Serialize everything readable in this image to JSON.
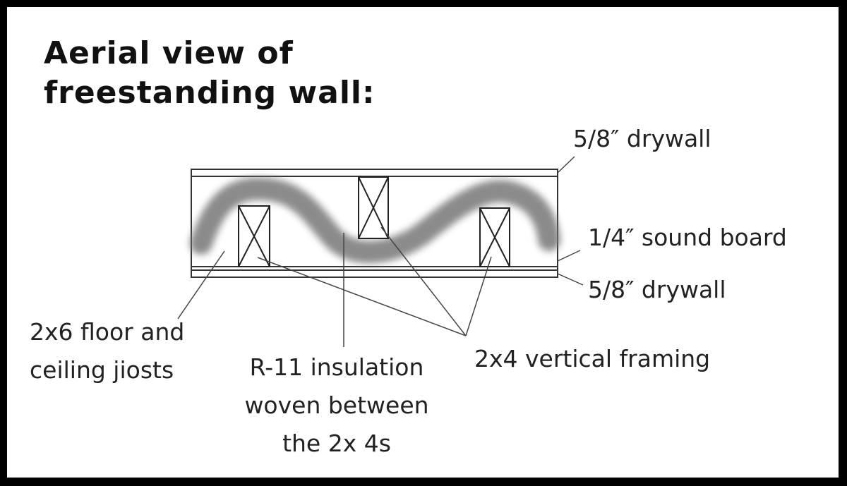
{
  "title": {
    "line1": "Aerial view of",
    "line2": "freestanding wall:"
  },
  "labels": {
    "drywall_top": "5/8″ drywall",
    "sound_board": "1/4″ sound board",
    "drywall_bottom": "5/8″ drywall",
    "joists": {
      "line1": "2x6 floor and",
      "line2": "ceiling jiosts"
    },
    "insulation": {
      "line1": "R-11 insulation",
      "line2": "woven between",
      "line3": "the 2x 4s"
    },
    "framing": "2x4 vertical framing"
  }
}
